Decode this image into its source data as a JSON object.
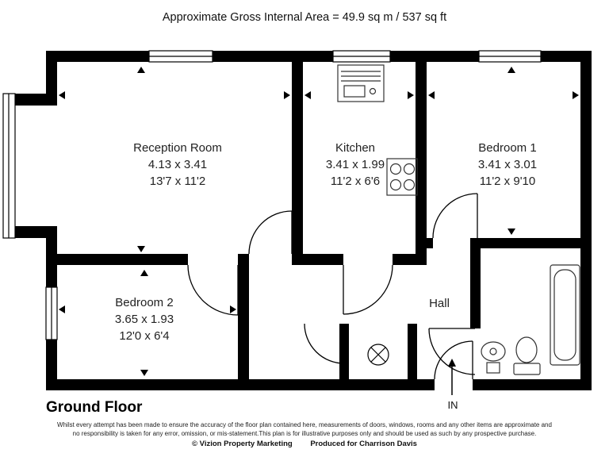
{
  "header": {
    "title": "Approximate Gross Internal Area = 49.9 sq m / 537 sq ft"
  },
  "rooms": {
    "reception": {
      "name": "Reception Room",
      "metric": "4.13 x 3.41",
      "imperial": "13'7 x 11'2"
    },
    "kitchen": {
      "name": "Kitchen",
      "metric": "3.41 x 1.99",
      "imperial": "11'2 x 6'6"
    },
    "bedroom1": {
      "name": "Bedroom 1",
      "metric": "3.41 x 3.01",
      "imperial": "11'2 x 9'10"
    },
    "bedroom2": {
      "name": "Bedroom 2",
      "metric": "3.65 x 1.93",
      "imperial": "12'0 x 6'4"
    },
    "hall": {
      "name": "Hall"
    }
  },
  "labels": {
    "floor": "Ground Floor",
    "entrance": "IN"
  },
  "footer": {
    "disclaimer_line1": "Whilst every attempt has been made to ensure the accuracy of the floor plan contained here, measurements of doors, windows, rooms and any other items are approximate and",
    "disclaimer_line2": "no responsibility is taken for any error, omission, or mis-statement.This plan is for illustrative purposes only and should be used as such by any prospective purchase.",
    "credit_left": "© Vizion Property Marketing",
    "credit_right": "Produced for Charrison Davis"
  },
  "colors": {
    "wall": "#000000",
    "text": "#1a1a1a"
  }
}
